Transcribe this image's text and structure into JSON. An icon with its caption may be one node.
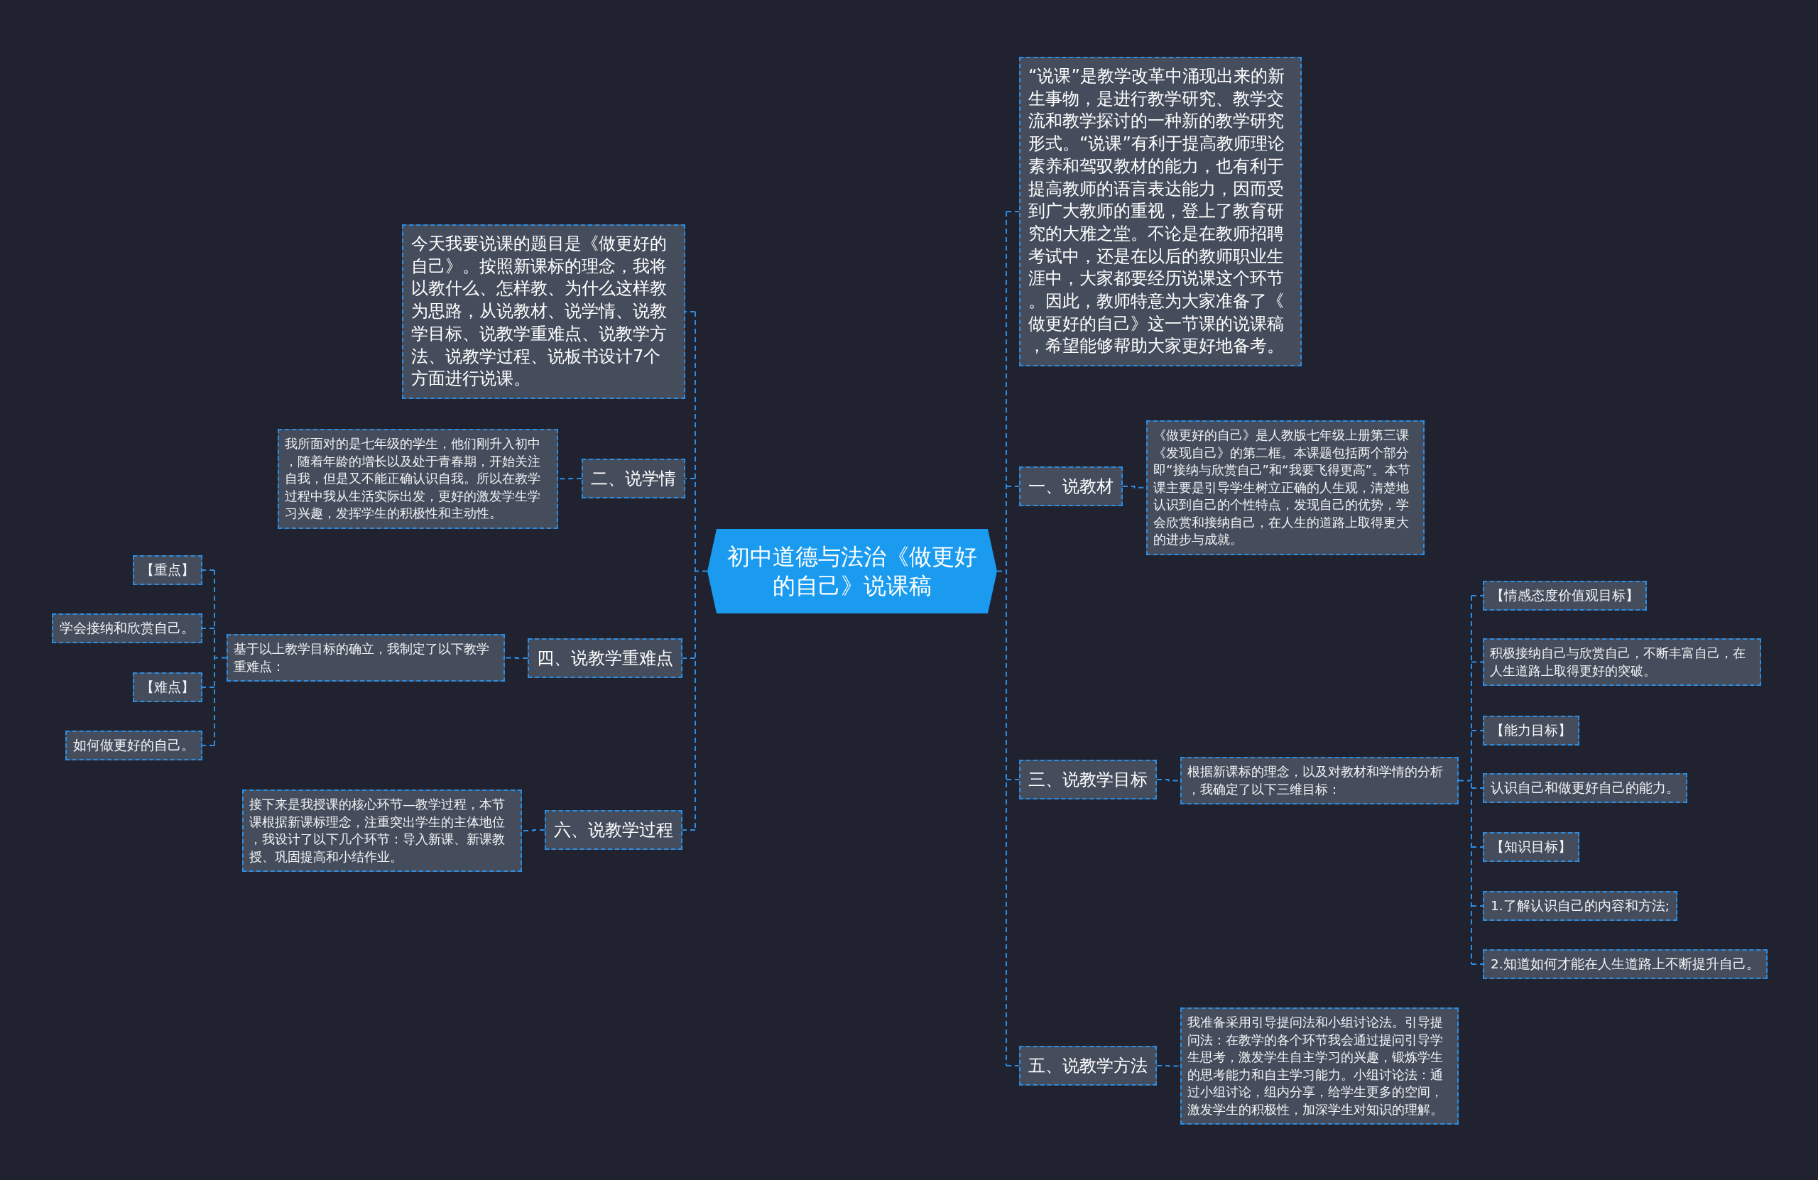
{
  "diagram": {
    "nodes": [
      {
        "text": [
          "初中道德与法治《做更好的自己》说课稿"
        ]
      },
      {
        "text": [
          "“说课”是教学改革中涌现出来的新生事物，是进行教学研究、教学交流和教学探讨的一种新的教学研究形式。“说课”有利于提高教师理论素养和驾驭教材的能力，也有利于提高教师的语言表达能力，因而受到广大教师的重视，登上了教育研究的大雅之堂。不论是在教师招聘考试中，还是在以后的教师职业生涯中，大家都要经历说课这个环节。因此，教师特意为大家准备了《做更好的自己》这一节课的说课稿，希望能够帮助大家更好地备考。"
        ]
      },
      {
        "text": [
          "今天我要说课的题目是《做更好的自己》。按照新课标的理念，我将以教什么、怎样教、为什么这样教为思路，从说教材、说学情、说教学目标、说教学重难点、说教学方法、说教学过程、说板书设计7个方面进行说课。"
        ]
      },
      {
        "text": [
          "一、说教材"
        ]
      },
      {
        "text": [
          "《做更好的自己》是人教版七年级上册第三课《发现自己》的第二框。本课题包括两个部分即“接纳与欣赏自己”和“我要飞得更高”。本节课主要是引导学生树立正确的人生观，清楚地认识到自己的个性特点，发现自己的优势，学会欣赏和接纳自己，在人生的道路上取得更大的进步与成就。"
        ]
      },
      {
        "text": [
          "二、说学情"
        ]
      },
      {
        "text": [
          "我所面对的是七年级的学生，他们刚升入初中，随着年龄的增长以及处于青春期，开始关注自我，但是又不能正确认识自我。所以在教学过程中我从生活实际出发，更好的激发学生学习兴趣，发挥学生的积极性和主动性。"
        ]
      },
      {
        "text": [
          "三、说教学目标"
        ]
      },
      {
        "text": [
          "根据新课标的理念，以及对教材和学情的分析，我确定了以下三维目标："
        ]
      },
      {
        "text": [
          "【情感态度价值观目标】"
        ]
      },
      {
        "text": [
          "积极接纳自己与欣赏自己，不断丰富自己，在人生道路上取得更好的突破。"
        ]
      },
      {
        "text": [
          "【能力目标】"
        ]
      },
      {
        "text": [
          "认识自己和做更好自己的能力。"
        ]
      },
      {
        "text": [
          "【知识目标】"
        ]
      },
      {
        "text": [
          "1.了解认识自己的内容和方法;"
        ]
      },
      {
        "text": [
          "2.知道如何才能在人生道路上不断提升自己。"
        ]
      },
      {
        "text": [
          "四、说教学重难点"
        ]
      },
      {
        "text": [
          "基于以上教学目标的确立，我制定了以下教学重难点："
        ]
      },
      {
        "text": [
          "【重点】"
        ]
      },
      {
        "text": [
          "学会接纳和欣赏自己。"
        ]
      },
      {
        "text": [
          "【难点】"
        ]
      },
      {
        "text": [
          "如何做更好的自己。"
        ]
      },
      {
        "text": [
          "五、说教学方法"
        ]
      },
      {
        "text": [
          "我准备采用引导提问法和小组讨论法。引导提问法：在教学的各个环节我会通过提问引导学生思考，激发学生自主学习的兴趣，锻炼学生的思考能力和自主学习能力。小组讨论法：通过小组讨论，组内分享，给学生更多的空间，激发学生的积极性，加深学生对知识的理解。"
        ]
      },
      {
        "text": [
          "六、说教学过程"
        ]
      },
      {
        "text": [
          "接下来是我授课的核心环节—教学过程，本节课根据新课标理念，注重突出学生的主体地位，我设计了以下几个环节：导入新课、新课教授、巩固提高和小结作业。"
        ]
      }
    ],
    "edges": [
      {
        "from": 0,
        "to": 1,
        "arrow": "none",
        "style": "dashed"
      },
      {
        "from": 0,
        "to": 2,
        "arrow": "none",
        "style": "dashed"
      },
      {
        "from": 0,
        "to": 3,
        "arrow": "none",
        "style": "dashed"
      },
      {
        "from": 3,
        "to": 4,
        "arrow": "none",
        "style": "dashed"
      },
      {
        "from": 0,
        "to": 5,
        "arrow": "none",
        "style": "dashed"
      },
      {
        "from": 5,
        "to": 6,
        "arrow": "none",
        "style": "dashed"
      },
      {
        "from": 0,
        "to": 7,
        "arrow": "none",
        "style": "dashed"
      },
      {
        "from": 7,
        "to": 8,
        "arrow": "none",
        "style": "dashed"
      },
      {
        "from": 8,
        "to": 9,
        "arrow": "none",
        "style": "dashed"
      },
      {
        "from": 8,
        "to": 10,
        "arrow": "none",
        "style": "dashed"
      },
      {
        "from": 8,
        "to": 11,
        "arrow": "none",
        "style": "dashed"
      },
      {
        "from": 8,
        "to": 12,
        "arrow": "none",
        "style": "dashed"
      },
      {
        "from": 8,
        "to": 13,
        "arrow": "none",
        "style": "dashed"
      },
      {
        "from": 8,
        "to": 14,
        "arrow": "none",
        "style": "dashed"
      },
      {
        "from": 8,
        "to": 15,
        "arrow": "none",
        "style": "dashed"
      },
      {
        "from": 0,
        "to": 16,
        "arrow": "none",
        "style": "dashed"
      },
      {
        "from": 16,
        "to": 17,
        "arrow": "none",
        "style": "dashed"
      },
      {
        "from": 17,
        "to": 18,
        "arrow": "none",
        "style": "dashed"
      },
      {
        "from": 17,
        "to": 19,
        "arrow": "none",
        "style": "dashed"
      },
      {
        "from": 17,
        "to": 20,
        "arrow": "none",
        "style": "dashed"
      },
      {
        "from": 17,
        "to": 21,
        "arrow": "none",
        "style": "dashed"
      },
      {
        "from": 0,
        "to": 22,
        "arrow": "none",
        "style": "dashed"
      },
      {
        "from": 22,
        "to": 23,
        "arrow": "none",
        "style": "dashed"
      },
      {
        "from": 0,
        "to": 24,
        "arrow": "none",
        "style": "dashed"
      },
      {
        "from": 24,
        "to": 25,
        "arrow": "none",
        "style": "dashed"
      }
    ]
  }
}
